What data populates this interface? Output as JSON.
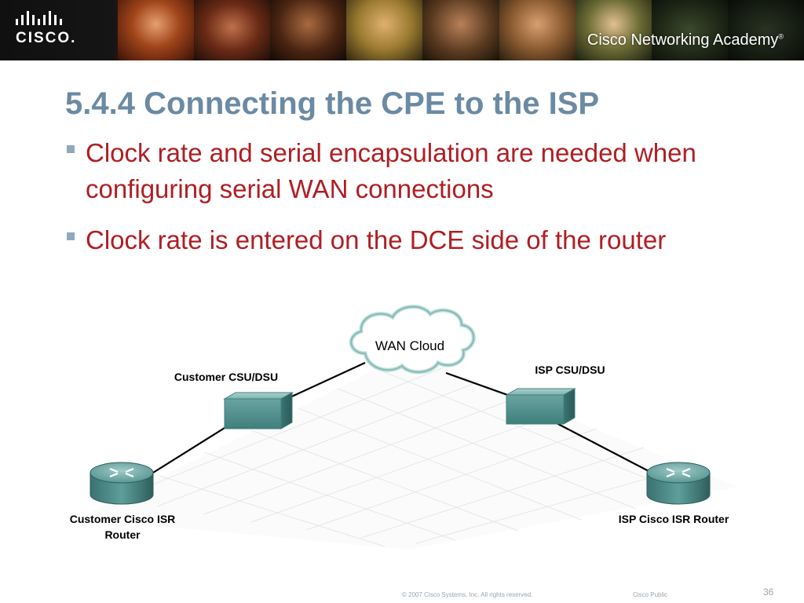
{
  "header": {
    "logo_text": "CISCO.",
    "academy_text": "Cisco Networking Academy",
    "academy_mark": "®"
  },
  "slide": {
    "title": "5.4.4 Connecting the CPE to the ISP",
    "bullets": [
      "Clock rate and serial encapsulation are needed when configuring serial WAN connections",
      "Clock rate is entered on the DCE side of the router"
    ]
  },
  "diagram": {
    "cloud_label": "WAN Cloud",
    "customer_csu_label": "Customer CSU/DSU",
    "isp_csu_label": "ISP CSU/DSU",
    "customer_router_label_line1": "Customer Cisco ISR",
    "customer_router_label_line2": "Router",
    "isp_router_label": "ISP Cisco ISR Router"
  },
  "footer": {
    "copyright": "© 2007 Cisco Systems, Inc. All rights reserved.",
    "classification": "Cisco Public",
    "page_number": "36"
  },
  "colors": {
    "title": "#6b8aa3",
    "bullet_text": "#b01e23",
    "bullet_marker": "#8fa8bf",
    "device": "#4f8f8d"
  }
}
